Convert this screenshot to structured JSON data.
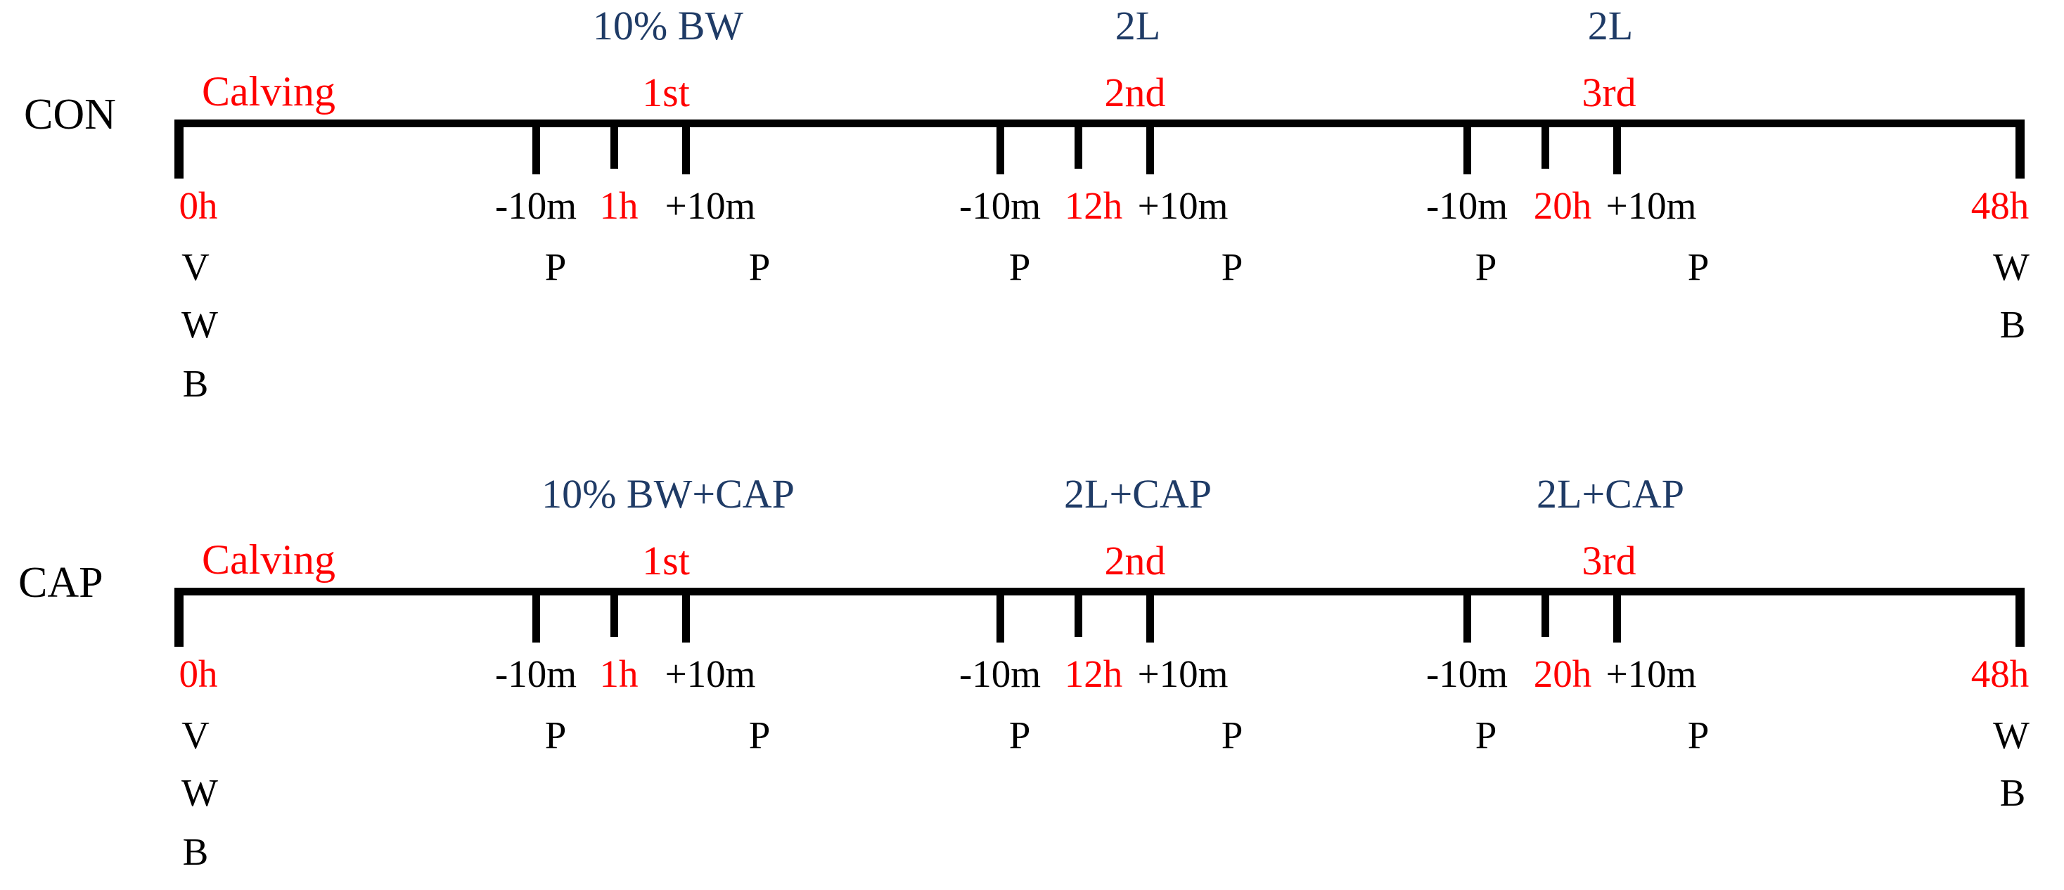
{
  "figure": {
    "title_present": false,
    "colors": {
      "red": "#FF0000",
      "blue": "#1F3B66",
      "black": "#000000",
      "background": "#FFFFFF"
    }
  },
  "timelines": [
    {
      "id": "con",
      "group_label": "CON",
      "start": {
        "time_label": "0h",
        "event_label": "Calving",
        "samples": [
          "V",
          "W",
          "B"
        ]
      },
      "end": {
        "time_label": "48h",
        "samples": [
          "W",
          "B"
        ]
      },
      "events": [
        {
          "dose_label": "10% BW",
          "ordinal_label": "1st",
          "pre": {
            "time_label": "-10m",
            "sample": "P"
          },
          "center": {
            "time_label": "1h",
            "sample": ""
          },
          "post": {
            "time_label": "+10m",
            "sample": "P"
          }
        },
        {
          "dose_label": "2L",
          "ordinal_label": "2nd",
          "pre": {
            "time_label": "-10m",
            "sample": "P"
          },
          "center": {
            "time_label": "12h",
            "sample": ""
          },
          "post": {
            "time_label": "+10m",
            "sample": "P"
          }
        },
        {
          "dose_label": "2L",
          "ordinal_label": "3rd",
          "pre": {
            "time_label": "-10m",
            "sample": "P"
          },
          "center": {
            "time_label": "20h",
            "sample": ""
          },
          "post": {
            "time_label": "+10m",
            "sample": "P"
          }
        }
      ]
    },
    {
      "id": "cap",
      "group_label": "CAP",
      "start": {
        "time_label": "0h",
        "event_label": "Calving",
        "samples": [
          "V",
          "W",
          "B"
        ]
      },
      "end": {
        "time_label": "48h",
        "samples": [
          "W",
          "B"
        ]
      },
      "events": [
        {
          "dose_label": "10% BW+CAP",
          "ordinal_label": "1st",
          "pre": {
            "time_label": "-10m",
            "sample": "P"
          },
          "center": {
            "time_label": "1h",
            "sample": ""
          },
          "post": {
            "time_label": "+10m",
            "sample": "P"
          }
        },
        {
          "dose_label": "2L+CAP",
          "ordinal_label": "2nd",
          "pre": {
            "time_label": "-10m",
            "sample": "P"
          },
          "center": {
            "time_label": "12h",
            "sample": ""
          },
          "post": {
            "time_label": "+10m",
            "sample": "P"
          }
        },
        {
          "dose_label": "2L+CAP",
          "ordinal_label": "3rd",
          "pre": {
            "time_label": "-10m",
            "sample": "P"
          },
          "center": {
            "time_label": "20h",
            "sample": ""
          },
          "post": {
            "time_label": "+10m",
            "sample": "P"
          }
        }
      ]
    }
  ]
}
